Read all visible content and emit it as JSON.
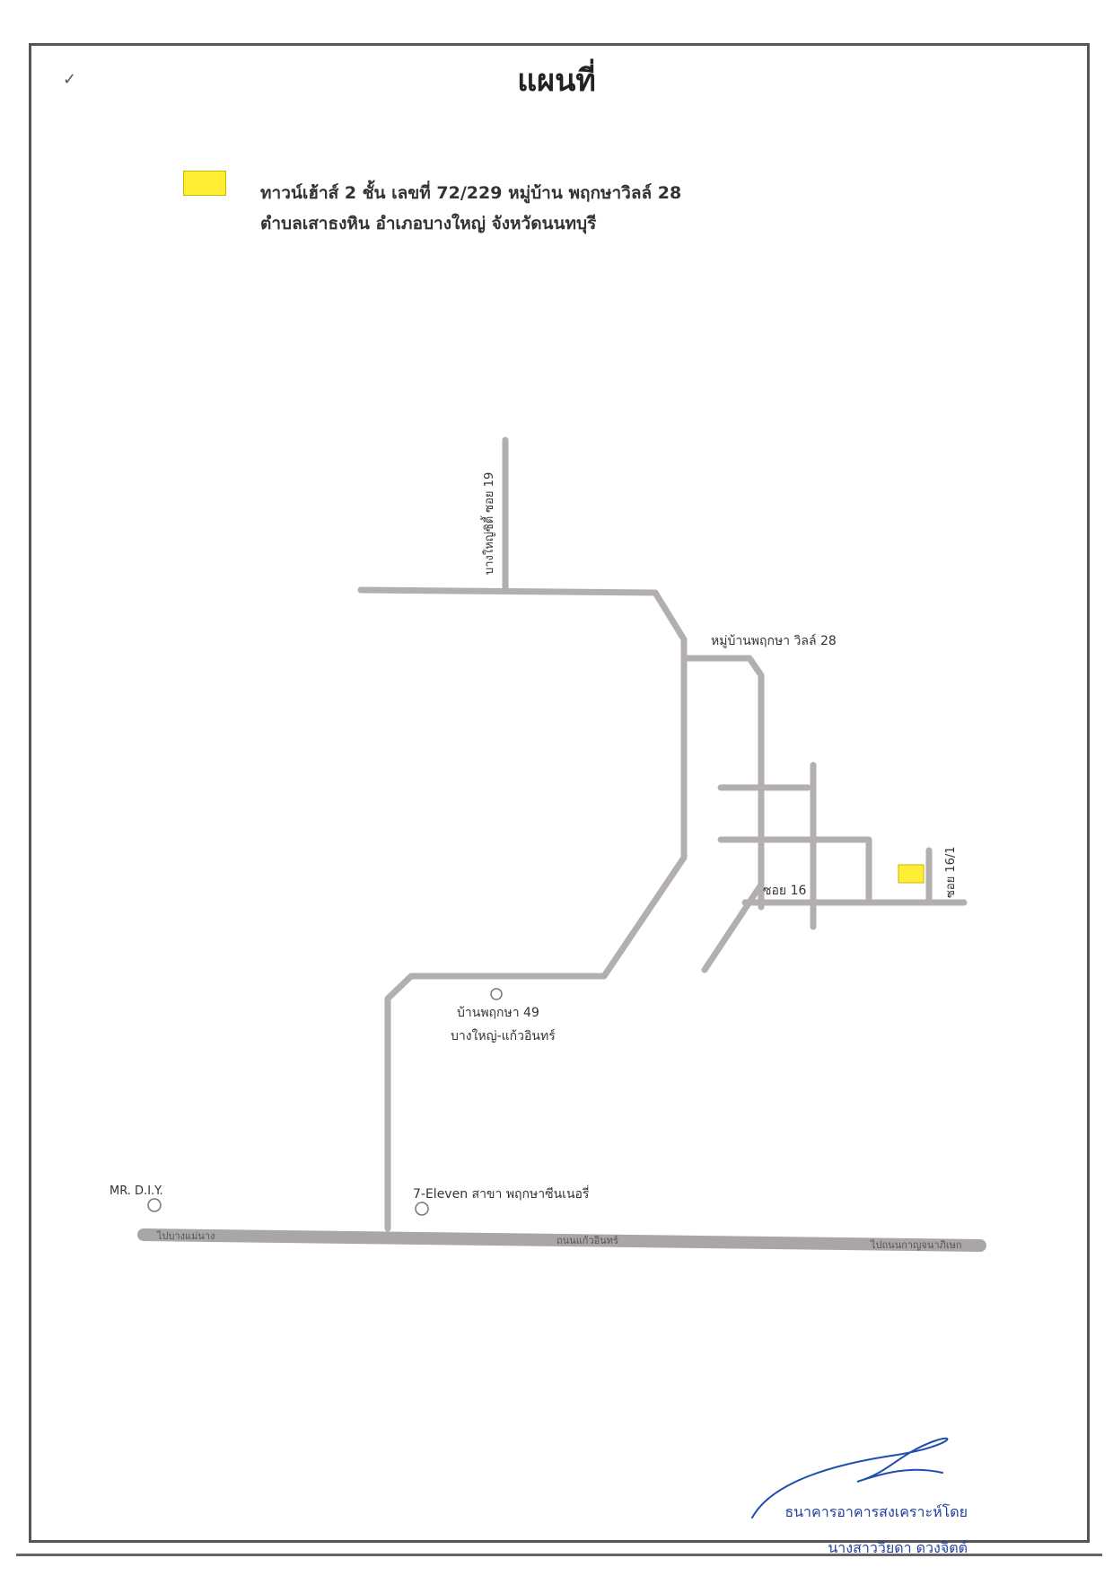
{
  "title": "แผนที่",
  "corner_mark": "✓",
  "legend": {
    "swatch_color": "#ffee33",
    "line1": "ทาวน์เฮ้าส์ 2 ชั้น  เลขที่  72/229  หมู่บ้าน พฤกษาวิลล์ 28",
    "line2": "ตำบลเสาธงหิน  อำเภอบางใหญ่  จังหวัดนนทบุรี"
  },
  "map": {
    "road_color": "#b3aeb0",
    "main_road_color": "#aaa5a7",
    "labels": {
      "soi19": "บางใหญ่ซิตี้ ซอย 19",
      "village": "หมู่บ้านพฤกษา วิลล์ 28",
      "soi16": "ซอย  16",
      "soi16_1": "ซอย  16/1",
      "baan49": "บ้านพฤกษา 49",
      "bangyai_kaew": "บางใหญ่-แก้วอินทร์",
      "mrdiy": "MR. D.I.Y.",
      "seven": "7-Eleven สาขา พฤกษาซีนเนอรี่",
      "to_bang_mae_nang": "ไปบางแม่นาง",
      "kaew_in_road": "ถนนแก้วอินทร์",
      "to_kanchanaphisek": "ไปถนนกาญจนาภิเษก"
    }
  },
  "signature": {
    "line1": "ธนาคารอาคารสงเคราะห์โดย",
    "line2": "นางสาววิยดา ดวงจิตต์",
    "ink_color": "#1f4fae"
  }
}
